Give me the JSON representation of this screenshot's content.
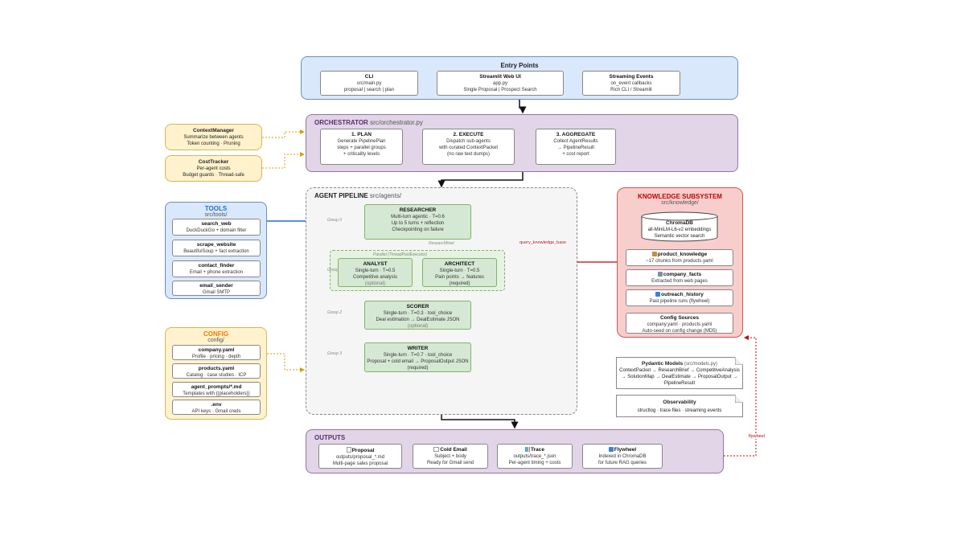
{
  "entry": {
    "title": "Entry Points",
    "cli": {
      "title": "CLI",
      "l1": "src/main.py",
      "l2": "proposal | search | plan"
    },
    "web": {
      "title": "Streamlit Web UI",
      "l1": "app.py",
      "l2": "Single Proposal | Prospect Search"
    },
    "stream": {
      "title": "Streaming Events",
      "l1": "on_event callbacks",
      "l2": "Rich CLI / Streamlit"
    }
  },
  "orch": {
    "title": "ORCHESTRATOR",
    "path": "src/orchestrator.py",
    "plan": {
      "title": "1. PLAN",
      "l1": "Generate PipelinePlan",
      "l2": "steps + parallel groups",
      "l3": "+ criticality levels"
    },
    "execute": {
      "title": "2. EXECUTE",
      "l1": "Dispatch sub-agents",
      "l2": "with curated ContextPacket",
      "l3": "(no raw text dumps)"
    },
    "aggregate": {
      "title": "3. AGGREGATE",
      "l1": "Collect AgentResults",
      "l2": "→ PipelineResult",
      "l3": "+ cost report"
    }
  },
  "context_mgr": {
    "title": "ContextManager",
    "l1": "Summarize between agents",
    "l2": "Token counting · Pruning"
  },
  "cost_tracker": {
    "title": "CostTracker",
    "l1": "Per-agent costs",
    "l2": "Budget guards · Thread-safe"
  },
  "tools": {
    "title": "TOOLS",
    "path": "src/tools/",
    "items": [
      {
        "title": "search_web",
        "desc": "DuckDuckGo + domain filter"
      },
      {
        "title": "scrape_website",
        "desc": "BeautifulSoup + fact extraction"
      },
      {
        "title": "contact_finder",
        "desc": "Email + phone extraction"
      },
      {
        "title": "email_sender",
        "desc": "Gmail SMTP"
      }
    ]
  },
  "config": {
    "title": "CONFIG",
    "path": "config/",
    "items": [
      {
        "title": "company.yaml",
        "desc": "Profile · pricing · depth"
      },
      {
        "title": "products.yaml",
        "desc": "Catalog · case studies · ICP"
      },
      {
        "title": "agent_prompts/*.md",
        "desc": "Templates with {{placeholders}}"
      },
      {
        "title": ".env",
        "desc": "API keys · Gmail creds"
      }
    ]
  },
  "pipeline": {
    "title": "AGENT PIPELINE",
    "path": "src/agents/",
    "group0": "Group 0",
    "group1": "Group 1",
    "group2": "Group 2",
    "group3": "Group 3",
    "parallel": "Parallel (ThreadPoolExecutor)",
    "research_brief": "ResearchBrief",
    "researcher": {
      "title": "RESEARCHER",
      "l1": "Multi-turn agentic · T=0.6",
      "l2": "Up to 5 turns + reflection",
      "l3": "Checkpointing on failure"
    },
    "analyst": {
      "title": "ANALYST",
      "l1": "Single-turn · T=0.5",
      "l2": "Competitive analysis",
      "l3": "(optional)"
    },
    "architect": {
      "title": "ARCHITECT",
      "l1": "Single-turn · T=0.5",
      "l2": "Pain points → features",
      "l3": "(required)"
    },
    "scorer": {
      "title": "SCORER",
      "l1": "Single-turn · T=0.3 · tool_choice",
      "l2": "Deal estimation → DealEstimate JSON",
      "l3": "(optional)"
    },
    "writer": {
      "title": "WRITER",
      "l1": "Single-turn · T=0.7 · tool_choice",
      "l2": "Proposal + cold email → ProposalOutput JSON",
      "l3": "(required)"
    }
  },
  "query_kb": "query_knowledge_base",
  "knowledge": {
    "title": "KNOWLEDGE SUBSYSTEM",
    "path": "src/knowledge/",
    "chroma": {
      "title": "ChromaDB",
      "l1": "all-MiniLM-L6-v2 embeddings",
      "l2": "Semantic vector search"
    },
    "items": [
      {
        "title": "product_knowledge",
        "desc": "~17 chunks from products.yaml"
      },
      {
        "title": "company_facts",
        "desc": "Extracted from web pages"
      },
      {
        "title": "outreach_history",
        "desc": "Past pipeline runs (flywheel)"
      },
      {
        "title": "Config Sources",
        "desc": "company.yaml · products.yaml",
        "desc2": "Auto-seed on config change (MD5)"
      }
    ]
  },
  "pydantic": {
    "title": "Pydantic Models",
    "path": "(src/models.py)",
    "l1": "ContextPacket → ResearchBrief → CompetitiveAnalysis",
    "l2": "→ SolutionMap → DealEstimate → ProposalOutput →",
    "l3": "PipelineResult"
  },
  "observability": {
    "title": "Observability",
    "l1": "structlog · trace files · streaming events"
  },
  "outputs": {
    "title": "OUTPUTS",
    "items": [
      {
        "title": "Proposal",
        "l1": "outputs/proposal_*.md",
        "l2": "Multi-page sales proposal"
      },
      {
        "title": "Cold Email",
        "l1": "Subject + body",
        "l2": "Ready for Gmail send"
      },
      {
        "title": "Trace",
        "l1": "outputs/trace_*.json",
        "l2": "Per-agent timing + costs"
      },
      {
        "title": "Flywheel",
        "l1": "Indexed in ChromaDB",
        "l2": "for future RAG queries"
      }
    ]
  },
  "flywheel_label": "flywheel",
  "colors": {
    "entry_bg": "#dae8fc",
    "entry_border": "#6c8ebf",
    "orch_bg": "#e1d5e7",
    "orch_border": "#9673a6",
    "amber_bg": "#fff2cc",
    "amber_border": "#d6b656",
    "tools_bg": "#dae8fc",
    "tools_title": "#1f6fd1",
    "config_title": "#f07a00",
    "knowledge_bg": "#f8cecc",
    "knowledge_title": "#c0000a",
    "green_bg": "#d5e8d4",
    "green_border": "#82b366"
  }
}
